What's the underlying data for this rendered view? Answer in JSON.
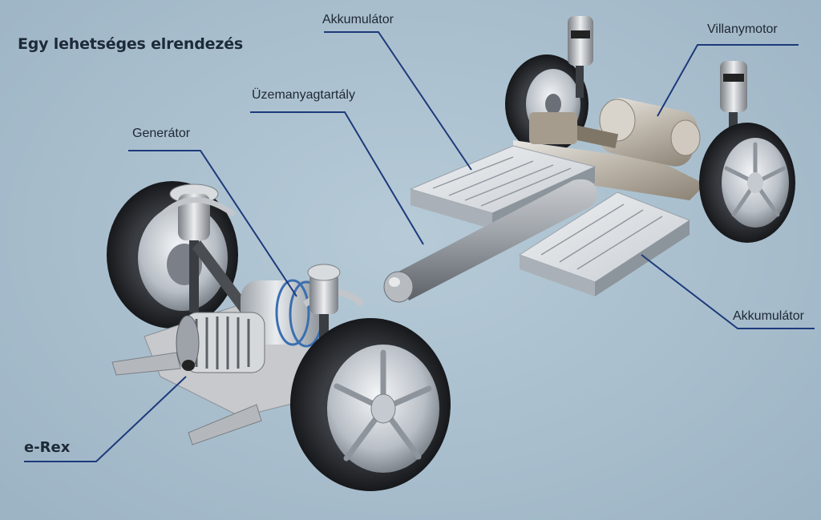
{
  "title": "Egy lehetséges elrendezés",
  "labels": {
    "akkumulator_top": "Akkumulátor",
    "villanymotor": "Villanymotor",
    "uzemanyagtartaly": "Üzemanyagtartály",
    "generator": "Generátor",
    "akkumulator_right": "Akkumulátor",
    "erex": "e-Rex"
  },
  "colors": {
    "background": "#a9bfcd",
    "leader_line": "#1d3a7a",
    "text": "#1f2733"
  }
}
